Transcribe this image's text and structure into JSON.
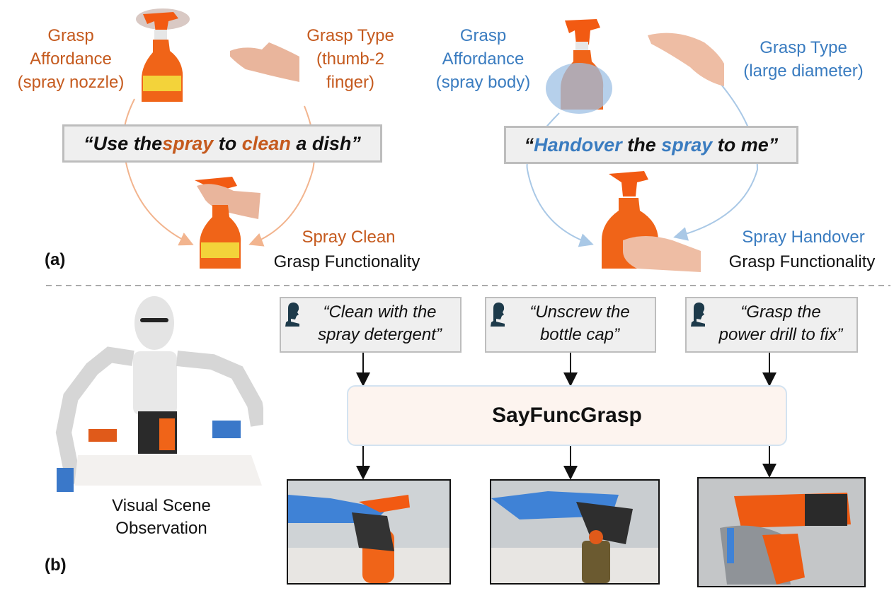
{
  "panel_a": {
    "label": "(a)",
    "left": {
      "affordance": [
        "Grasp",
        "Affordance",
        "(spray nozzle)"
      ],
      "grasp_type": [
        "Grasp Type",
        "(thumb-2",
        "finger)"
      ],
      "quote": {
        "p1": "“Use the ",
        "h1": "spray",
        "p2": " to ",
        "h2": "clean",
        "p3": " a dish”"
      },
      "functionality_name": "Spray Clean",
      "functionality_label": "Grasp Functionality"
    },
    "right": {
      "affordance": [
        "Grasp",
        "Affordance",
        "(spray body)"
      ],
      "grasp_type": [
        "Grasp Type",
        "(large diameter)"
      ],
      "quote": {
        "p1": "“",
        "h1": "Handover",
        "p2": " the ",
        "h2": "spray",
        "p3": " to me”"
      },
      "functionality_name": "Spray Handover",
      "functionality_label": "Grasp Functionality"
    }
  },
  "panel_b": {
    "label": "(b)",
    "scene_caption": [
      "Visual Scene",
      "Observation"
    ],
    "model_name": "SayFuncGrasp",
    "instructions": [
      [
        "“Clean with the",
        "spray detergent”"
      ],
      [
        "“Unscrew the",
        "bottle cap”"
      ],
      [
        "“Grasp the",
        "power drill to fix”"
      ]
    ]
  },
  "colors": {
    "orange": "#c55a1e",
    "blue": "#3a7cc0",
    "arc_orange": "#f2b48e",
    "arc_blue": "#a9c8e6"
  }
}
